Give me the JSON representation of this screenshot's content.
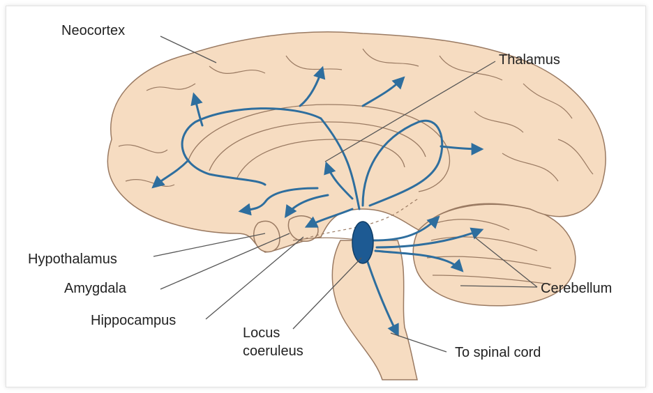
{
  "colors": {
    "brain_fill": "#f6dcc1",
    "brain_stroke": "#9a7a62",
    "pathway": "#2e6e9e",
    "nucleus": "#1d5a93",
    "leader": "#555555",
    "text": "#222222"
  },
  "labels": {
    "neocortex": "Neocortex",
    "thalamus": "Thalamus",
    "hypothalamus": "Hypothalamus",
    "amygdala": "Amygdala",
    "hippocampus": "Hippocampus",
    "locus_line1": "Locus",
    "locus_line2": "coeruleus",
    "cerebellum": "Cerebellum",
    "spinal": "To spinal cord"
  }
}
